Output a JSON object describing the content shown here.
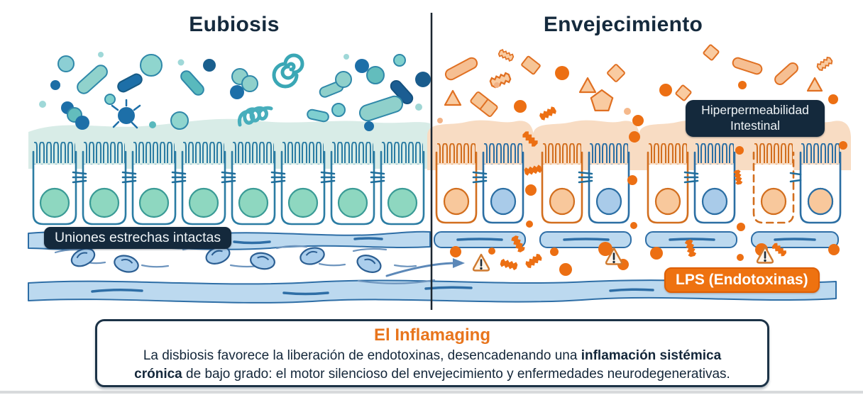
{
  "titles": {
    "left": "Eubiosis",
    "right": "Envejecimiento"
  },
  "badges": {
    "tight_junctions": "Uniones estrechas intactas",
    "hyperpermeability": {
      "line1": "Hiperpermeabilidad",
      "line2": "Intestinal"
    },
    "lps": "LPS (Endotoxinas)"
  },
  "infobox": {
    "title": "El Inflamaging",
    "desc_part1": "La disbiosis favorece la liberación de endotoxinas, desencadenando una ",
    "desc_bold": "inflamación sistémica crónica",
    "desc_part2": " de bajo grado: el motor silencioso del envejecimiento y enfermedades neurodegenerativas."
  },
  "icons": {
    "warning-icon": "⚠",
    "flow-arrow-icon": "→",
    "lps-fragment-icon": "jagged-rectangle",
    "bacteria-icons": "rod, coccus, spiral, spirillum, phage"
  },
  "colors": {
    "accent_orange": "#E8751D",
    "lps_orange": "#EC6F13",
    "navy_badge": "#14293C",
    "title_navy": "#152A3D",
    "teal": "#3AA7B5",
    "blue": "#2B6EA3",
    "vessel_blue": "#BCD9EF",
    "mucus_teal": "#D8ECE7",
    "mucus_peach": "#F8DCC3"
  }
}
